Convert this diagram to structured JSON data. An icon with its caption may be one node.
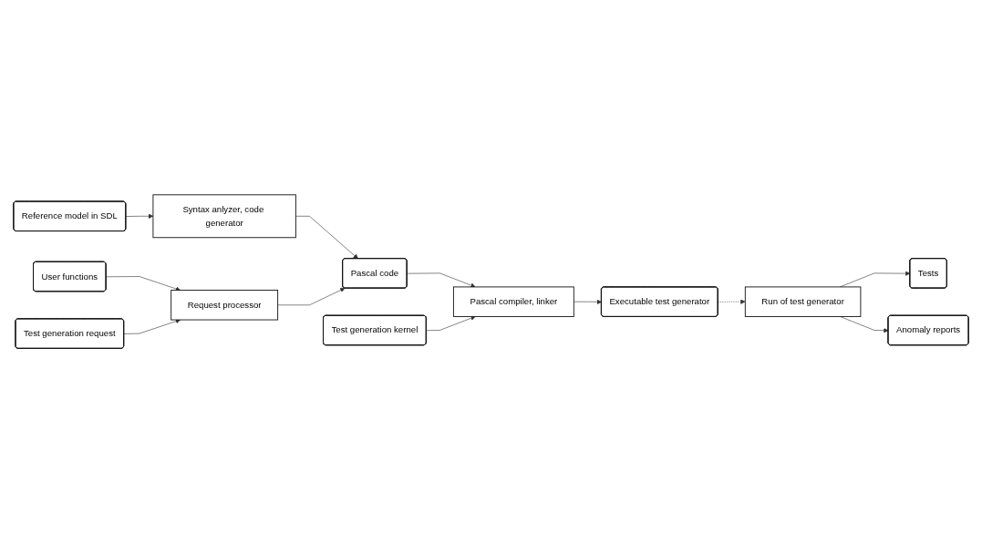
{
  "diagram": {
    "nodes": [
      {
        "text": [
          "Reference model in SDL"
        ]
      },
      {
        "text": [
          "Syntax anlyzer, code generator"
        ]
      },
      {
        "text": [
          "User functions"
        ]
      },
      {
        "text": [
          "Test generation request"
        ]
      },
      {
        "text": [
          "Request processor"
        ]
      },
      {
        "text": [
          "Pascal compiler, linker"
        ]
      },
      {
        "text": [
          "Executable test generator"
        ]
      },
      {
        "text": [
          "Pascal code"
        ]
      },
      {
        "text": [
          "Test generation kernel"
        ]
      },
      {
        "text": [
          "Run of test generator"
        ]
      },
      {
        "text": [
          "Tests"
        ]
      },
      {
        "text": [
          "Anomaly reports"
        ]
      }
    ],
    "edges": [
      {
        "from": 0,
        "to": 1,
        "arrow": "to"
      },
      {
        "from": 1,
        "to": 7,
        "arrow": "to"
      },
      {
        "from": 2,
        "to": 4,
        "arrow": "to"
      },
      {
        "from": 3,
        "to": 4,
        "arrow": "to"
      },
      {
        "from": 4,
        "to": 7,
        "arrow": "to"
      },
      {
        "from": 7,
        "to": 5,
        "arrow": "to"
      },
      {
        "from": 8,
        "to": 5,
        "arrow": "to"
      },
      {
        "from": 5,
        "to": 6,
        "arrow": "to"
      },
      {
        "from": 6,
        "to": 9,
        "arrow": "to",
        "style": "dashed"
      },
      {
        "from": 9,
        "to": 10,
        "arrow": "to"
      },
      {
        "from": 9,
        "to": 11,
        "arrow": "to"
      }
    ]
  }
}
